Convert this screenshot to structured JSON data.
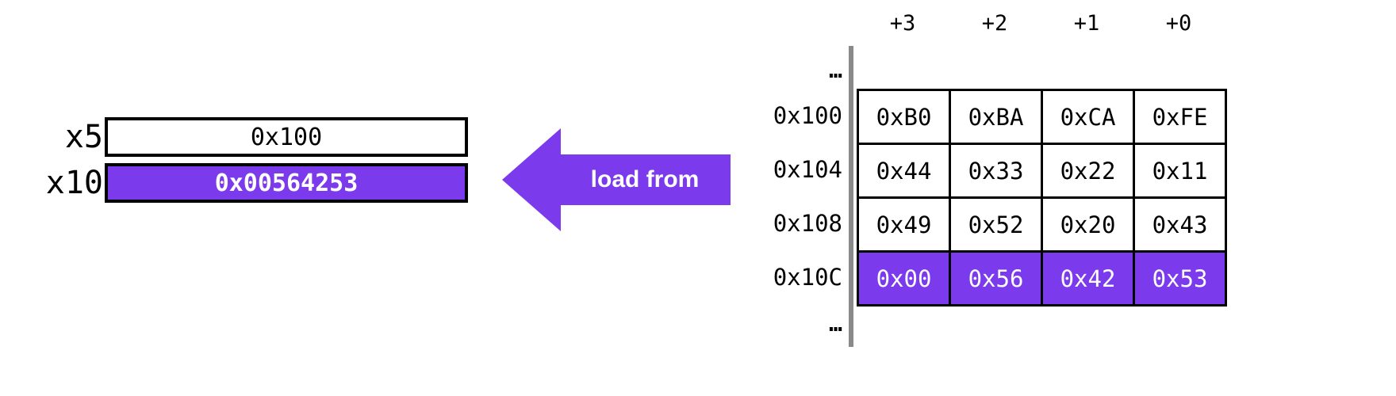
{
  "colors": {
    "purple": "#7c3aed",
    "axis": "#8a8a8a",
    "ink": "#000000",
    "highlight_text": "#ffffff"
  },
  "registers": [
    {
      "name": "x5",
      "value": "0x100",
      "highlighted": false
    },
    {
      "name": "x10",
      "value": "0x00564253",
      "highlighted": true
    }
  ],
  "arrow": {
    "label": "load from"
  },
  "memory": {
    "column_headers": [
      "+3",
      "+2",
      "+1",
      "+0"
    ],
    "ellipsis_top": "…",
    "ellipsis_bottom": "…",
    "rows": [
      {
        "address": "0x100",
        "bytes": [
          "0xB0",
          "0xBA",
          "0xCA",
          "0xFE"
        ],
        "highlighted": false
      },
      {
        "address": "0x104",
        "bytes": [
          "0x44",
          "0x33",
          "0x22",
          "0x11"
        ],
        "highlighted": false
      },
      {
        "address": "0x108",
        "bytes": [
          "0x49",
          "0x52",
          "0x20",
          "0x43"
        ],
        "highlighted": false
      },
      {
        "address": "0x10C",
        "bytes": [
          "0x00",
          "0x56",
          "0x42",
          "0x53"
        ],
        "highlighted": true
      }
    ]
  }
}
